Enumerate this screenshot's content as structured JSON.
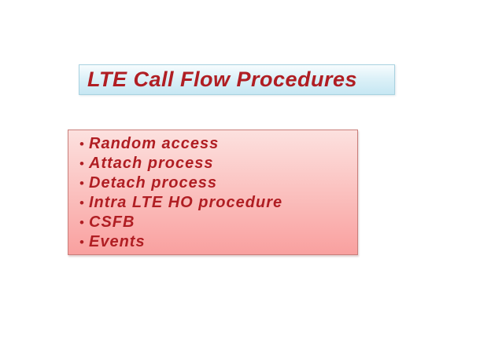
{
  "slide": {
    "title": "LTE Call Flow Procedures",
    "bullet_char": "•",
    "bullets": [
      "Random access",
      "Attach process",
      "Detach process",
      "Intra LTE HO procedure",
      "CSFB",
      "Events"
    ],
    "colors": {
      "text_red": "#b01e23",
      "title_bg_top": "#f7fcfe",
      "title_bg_mid": "#ddf1f8",
      "title_bg_bottom": "#c6e7f3",
      "title_border": "#a9d2e0",
      "list_bg_top": "#fce1df",
      "list_bg_mid": "#fbc4c2",
      "list_bg_bottom": "#f9a09f",
      "list_border": "#c97e7a",
      "page_bg": "#ffffff"
    }
  }
}
